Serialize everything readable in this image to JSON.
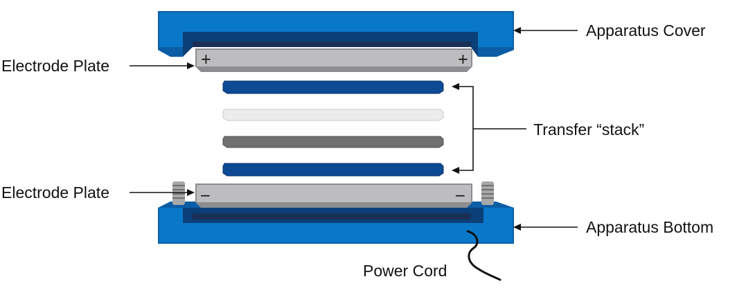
{
  "labels": {
    "apparatus_cover": "Apparatus Cover",
    "apparatus_bottom": "Apparatus Bottom",
    "electrode_plate_top": "Electrode Plate",
    "electrode_plate_bottom": "Electrode Plate",
    "transfer_stack": "Transfer “stack”",
    "power_cord": "Power Cord"
  },
  "signs": {
    "top_left": "+",
    "top_right": "+",
    "bottom_left": "−",
    "bottom_right": "−"
  },
  "colors": {
    "apparatus_blue": "#0a78c8",
    "apparatus_dark": "#0b4f8f",
    "electrode_gray": "#bdbdbf",
    "sponge_blue": "#0d4a94",
    "membrane_white": "#ececec",
    "gel_gray": "#707070"
  }
}
